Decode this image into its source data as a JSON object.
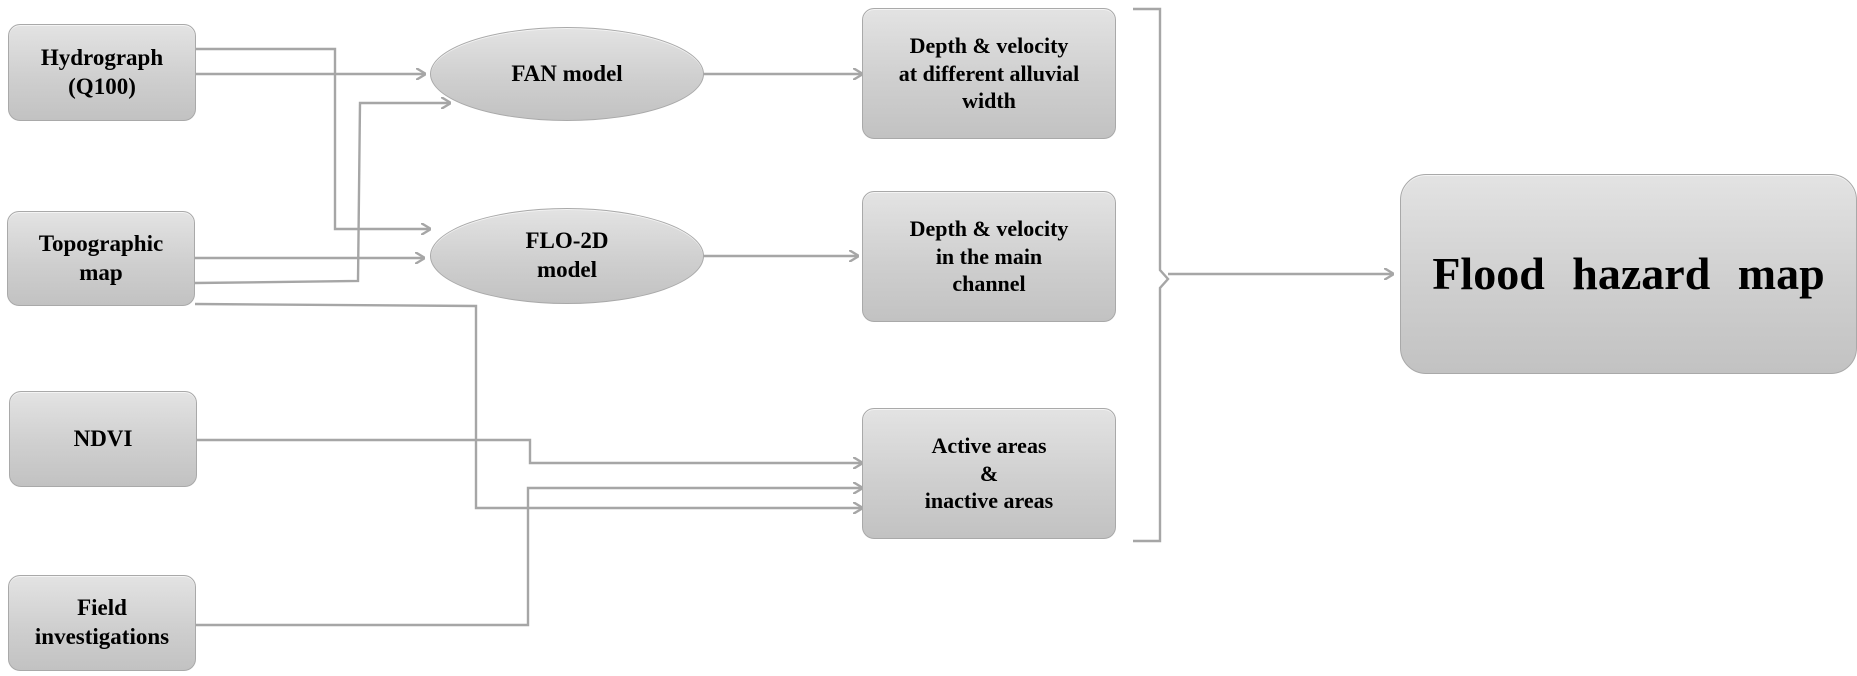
{
  "inputs": {
    "hydrograph": {
      "line1": "Hydrograph",
      "line2": "(Q100)"
    },
    "topographic": {
      "line1": "Topographic",
      "line2": "map"
    },
    "ndvi": {
      "line1": "NDVI"
    },
    "field": {
      "line1": "Field",
      "line2": "investigations"
    }
  },
  "models": {
    "fan": {
      "line1": "FAN  model"
    },
    "flo2d": {
      "line1": "FLO-2D",
      "line2": "model"
    }
  },
  "outputs": {
    "fan_result": {
      "line1": "Depth & velocity",
      "line2": "at different alluvial",
      "line3": "width"
    },
    "flo2d_result": {
      "line1": "Depth & velocity",
      "line2": "in the main",
      "line3": "channel"
    },
    "active_areas": {
      "line1": "Active areas",
      "line2": "&",
      "line3": "inactive areas"
    }
  },
  "final": {
    "label": "Flood  hazard  map"
  },
  "colors": {
    "node_fill_top": "#e3e3e3",
    "node_fill_bottom": "#c2c2c2",
    "node_border": "#a9a9a9",
    "connector": "#a6a6a6",
    "text": "#000000"
  }
}
